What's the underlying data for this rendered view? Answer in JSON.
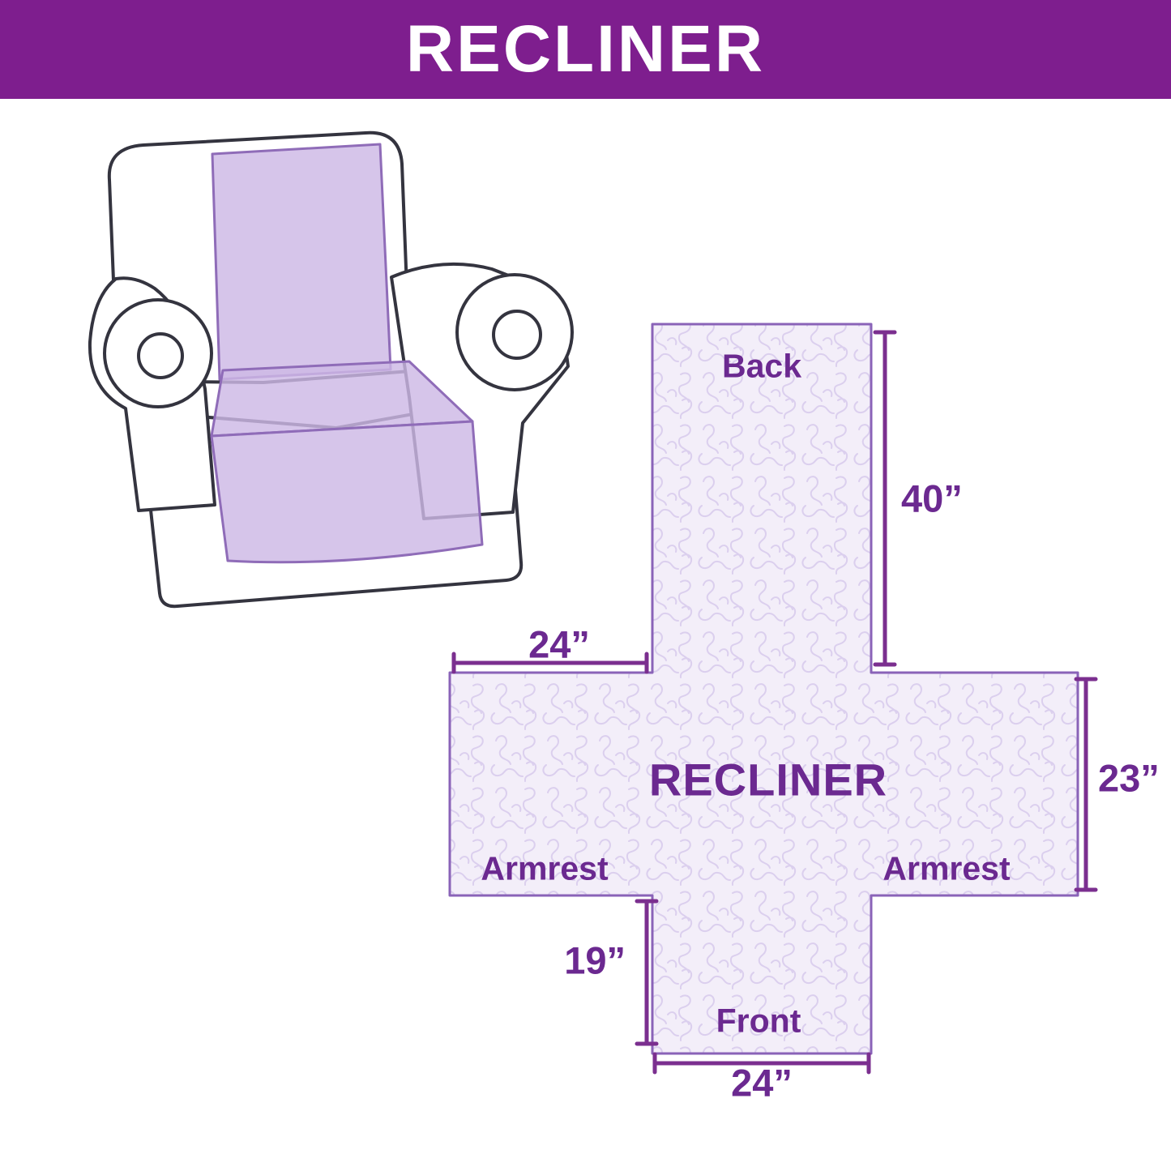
{
  "banner": {
    "title": "RECLINER"
  },
  "pattern_diagram": {
    "center_label": "RECLINER",
    "back_label": "Back",
    "front_label": "Front",
    "armrest_left_label": "Armrest",
    "armrest_right_label": "Armrest",
    "dim_back_height": "40”",
    "dim_armrest_width": "24”",
    "dim_side_depth": "23”",
    "dim_front_drop": "19”",
    "dim_front_width": "24”"
  },
  "illustration": {
    "name": "recliner-chair-with-quilted-cover"
  },
  "colors": {
    "banner_bg": "#7e1e8e",
    "banner_text": "#ffffff",
    "label_text": "#6b2990",
    "panel_fill": "#f3eef9",
    "panel_outline": "#8a63b8",
    "pattern_squiggle": "#dbcfee",
    "dimension_line": "#7b2f8f",
    "cover_fill": "#cdb8e5",
    "cover_outline": "#8f6cb8",
    "chair_outline": "#34343f"
  }
}
